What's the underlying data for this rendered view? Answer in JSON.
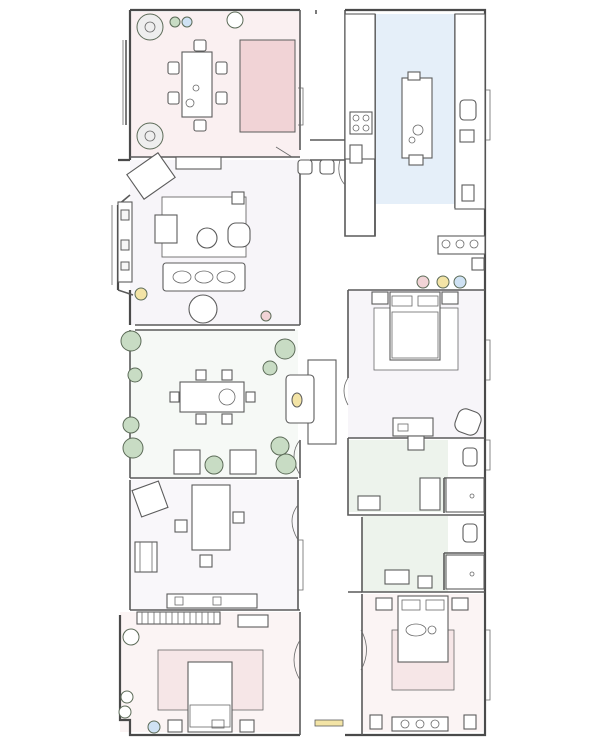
{
  "plan": {
    "palette": {
      "room_pink": "#f6e6e7",
      "room_lavender": "#eee8f2",
      "room_mint": "#e6efe6",
      "window_blue": "#cfe2f4",
      "plant_green": "#c8dcc4",
      "bath_green": "#dfe9dd",
      "accent_yellow": "#f3e4a6",
      "rug_pink": "#f1d3d6",
      "wall": "#4a4a4a"
    },
    "rooms": [
      {
        "id": "dining-room-top",
        "tint": "room_pink"
      },
      {
        "id": "living-room",
        "tint": "room_lavender"
      },
      {
        "id": "dining-lounge",
        "tint": "room_mint"
      },
      {
        "id": "study",
        "tint": "room_lavender"
      },
      {
        "id": "bedroom-bottom-left",
        "tint": "room_pink"
      },
      {
        "id": "kitchen",
        "tint": "window_blue"
      },
      {
        "id": "bedroom-right-upper",
        "tint": "room_lavender"
      },
      {
        "id": "bathroom-upper",
        "tint": "bath_green"
      },
      {
        "id": "bathroom-lower",
        "tint": "bath_green"
      },
      {
        "id": "bedroom-right-lower",
        "tint": "room_pink"
      }
    ],
    "icons": [
      "plant-icon",
      "chair-icon",
      "bed-icon",
      "sofa-icon",
      "toilet-icon",
      "sink-icon",
      "stove-icon",
      "table-icon"
    ]
  }
}
